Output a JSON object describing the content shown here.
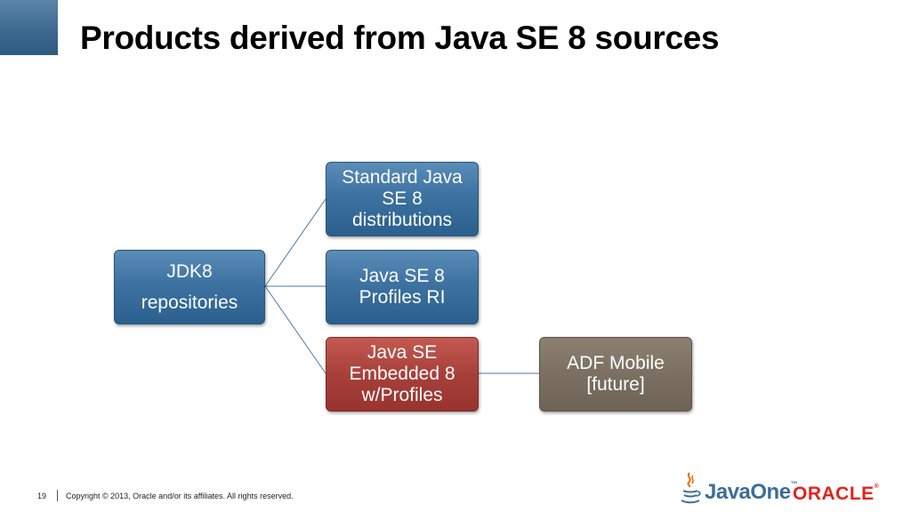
{
  "slide": {
    "title": "Products derived from Java SE 8 sources"
  },
  "diagram": {
    "nodes": {
      "jdk8": {
        "lines": [
          "JDK8",
          "repositories"
        ],
        "color": "#3d72a1"
      },
      "standard": {
        "lines": [
          "Standard Java",
          "SE 8",
          "distributions"
        ],
        "color": "#3d72a1"
      },
      "profiles": {
        "lines": [
          "Java SE 8",
          "Profiles RI"
        ],
        "color": "#3d72a1"
      },
      "embedded": {
        "lines": [
          "Java SE",
          "Embedded 8",
          "w/Profiles"
        ],
        "color": "#a8403a"
      },
      "adf": {
        "lines": [
          "ADF Mobile",
          "[future]"
        ],
        "color": "#7a6e60"
      }
    },
    "edges": [
      {
        "from": "jdk8",
        "to": "standard"
      },
      {
        "from": "jdk8",
        "to": "profiles"
      },
      {
        "from": "jdk8",
        "to": "embedded"
      },
      {
        "from": "embedded",
        "to": "adf"
      }
    ],
    "connector_color": "#4a7aa8"
  },
  "footer": {
    "page_number": "19",
    "copyright": "Copyright © 2013, Oracle and/or its affiliates. All rights reserved."
  },
  "logos": {
    "javaone": {
      "text": "JavaOne",
      "mark": "™",
      "color": "#3b6e98"
    },
    "oracle": {
      "text": "ORACLE",
      "mark": "®",
      "color": "#e2231a"
    }
  }
}
